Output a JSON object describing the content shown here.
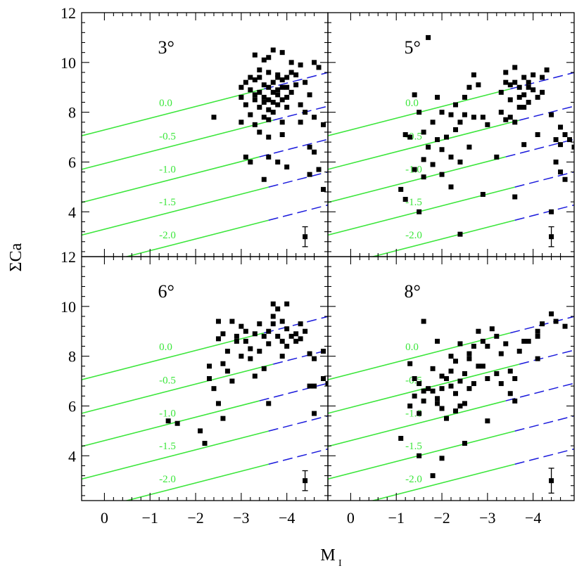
{
  "chart_data": {
    "type": "scatter",
    "xlabel": "M",
    "xlabel_sub": "I",
    "ylabel": "ΣCa",
    "xlim": [
      0.5,
      -4.9
    ],
    "ylim": [
      2.2,
      12.0
    ],
    "x_ticks": [
      0,
      -1,
      -2,
      -3,
      -4
    ],
    "x_tick_labels": [
      "0",
      "−1",
      "−2",
      "−3",
      "−4"
    ],
    "y_ticks": [
      4,
      6,
      8,
      10,
      12
    ],
    "y_tick_labels_top": [
      "4",
      "6",
      "8",
      "10",
      "12"
    ],
    "y_tick_labels_bottom": [
      "4",
      "6",
      "8",
      "10",
      "12"
    ],
    "colors": {
      "solid_line": "#3ce63c",
      "dashed_line": "#1a1adc",
      "label": "#3ce63c",
      "points": "#000000"
    },
    "metallicity_lines": {
      "slope": -0.47,
      "levels": [
        {
          "label": "0.0",
          "intercept": 7.29,
          "dash_from": -3.5
        },
        {
          "label": "-0.5",
          "intercept": 5.94,
          "dash_from": -3.7
        },
        {
          "label": "-1.0",
          "intercept": 4.61,
          "dash_from": -3.4
        },
        {
          "label": "-1.5",
          "intercept": 3.3,
          "dash_from": -3.6
        },
        {
          "label": "-2.0",
          "intercept": 1.97,
          "dash_from": -3.6
        }
      ]
    },
    "panels": [
      {
        "title": "3°",
        "error_bar": {
          "x": -4.4,
          "y": 3.0,
          "err": 0.4
        },
        "points": [
          [
            -3.7,
            10.5
          ],
          [
            -3.3,
            10.3
          ],
          [
            -3.5,
            10.1
          ],
          [
            -3.9,
            10.4
          ],
          [
            -3.6,
            10.2
          ],
          [
            -4.1,
            10.0
          ],
          [
            -4.3,
            9.9
          ],
          [
            -4.6,
            10.0
          ],
          [
            -4.7,
            9.8
          ],
          [
            -3.2,
            9.4
          ],
          [
            -3.4,
            9.7
          ],
          [
            -3.6,
            9.6
          ],
          [
            -3.8,
            9.5
          ],
          [
            -4.0,
            9.4
          ],
          [
            -3.1,
            9.2
          ],
          [
            -3.3,
            9.3
          ],
          [
            -3.5,
            9.1
          ],
          [
            -3.7,
            9.2
          ],
          [
            -3.9,
            9.3
          ],
          [
            -4.0,
            9.0
          ],
          [
            -4.2,
            9.1
          ],
          [
            -3.2,
            8.9
          ],
          [
            -3.4,
            8.8
          ],
          [
            -3.6,
            9.0
          ],
          [
            -3.8,
            8.7
          ],
          [
            -4.1,
            8.8
          ],
          [
            -3.0,
            8.6
          ],
          [
            -3.3,
            8.5
          ],
          [
            -3.5,
            8.6
          ],
          [
            -3.7,
            8.4
          ],
          [
            -3.9,
            8.5
          ],
          [
            -3.1,
            8.3
          ],
          [
            -3.4,
            8.2
          ],
          [
            -3.6,
            8.1
          ],
          [
            -3.8,
            8.3
          ],
          [
            -4.0,
            8.2
          ],
          [
            -3.2,
            7.9
          ],
          [
            -3.5,
            7.8
          ],
          [
            -3.7,
            8.0
          ],
          [
            -3.0,
            7.6
          ],
          [
            -3.3,
            7.5
          ],
          [
            -3.6,
            7.7
          ],
          [
            -3.9,
            7.6
          ],
          [
            -3.4,
            7.2
          ],
          [
            -3.6,
            7.0
          ],
          [
            -3.9,
            7.1
          ],
          [
            -3.1,
            6.2
          ],
          [
            -3.2,
            6.0
          ],
          [
            -3.8,
            6.0
          ],
          [
            -3.6,
            6.2
          ],
          [
            -3.5,
            5.3
          ],
          [
            -4.0,
            5.8
          ],
          [
            -4.5,
            5.5
          ],
          [
            -4.7,
            5.7
          ],
          [
            -4.8,
            4.9
          ],
          [
            -4.5,
            6.6
          ],
          [
            -4.6,
            6.4
          ],
          [
            -4.3,
            7.6
          ],
          [
            -4.6,
            7.8
          ],
          [
            -4.8,
            7.5
          ],
          [
            -2.4,
            7.8
          ],
          [
            -4.2,
            9.5
          ],
          [
            -4.4,
            9.2
          ],
          [
            -4.5,
            8.7
          ],
          [
            -4.3,
            8.3
          ],
          [
            -4.4,
            8.0
          ],
          [
            -3.0,
            9.0
          ],
          [
            -3.5,
            8.4
          ],
          [
            -3.8,
            8.9
          ],
          [
            -4.0,
            8.6
          ],
          [
            -4.1,
            9.6
          ],
          [
            -3.3,
            8.7
          ],
          [
            -3.7,
            8.8
          ],
          [
            -3.9,
            9.0
          ],
          [
            -3.4,
            9.4
          ],
          [
            -3.6,
            8.5
          ],
          [
            -3.8,
            9.4
          ]
        ]
      },
      {
        "title": "5°",
        "error_bar": {
          "x": -4.4,
          "y": 3.0,
          "err": 0.4
        },
        "points": [
          [
            -1.7,
            11.0
          ],
          [
            -1.4,
            8.7
          ],
          [
            -1.9,
            8.6
          ],
          [
            -1.5,
            8.0
          ],
          [
            -2.2,
            7.9
          ],
          [
            -2.5,
            8.6
          ],
          [
            -2.8,
            9.1
          ],
          [
            -2.7,
            9.5
          ],
          [
            -2.6,
            9.0
          ],
          [
            -2.3,
            8.3
          ],
          [
            -2.0,
            8.0
          ],
          [
            -1.8,
            7.6
          ],
          [
            -1.6,
            7.2
          ],
          [
            -1.3,
            7.0
          ],
          [
            -1.2,
            7.1
          ],
          [
            -1.7,
            6.6
          ],
          [
            -1.9,
            6.9
          ],
          [
            -2.1,
            7.0
          ],
          [
            -2.3,
            7.3
          ],
          [
            -2.4,
            7.6
          ],
          [
            -2.5,
            7.9
          ],
          [
            -1.6,
            6.1
          ],
          [
            -1.8,
            5.9
          ],
          [
            -2.0,
            6.5
          ],
          [
            -2.2,
            6.2
          ],
          [
            -2.4,
            6.0
          ],
          [
            -2.6,
            6.6
          ],
          [
            -1.4,
            5.7
          ],
          [
            -1.6,
            5.4
          ],
          [
            -2.0,
            5.5
          ],
          [
            -2.2,
            5.0
          ],
          [
            -1.1,
            4.9
          ],
          [
            -1.2,
            4.5
          ],
          [
            -2.9,
            4.7
          ],
          [
            -3.6,
            4.6
          ],
          [
            -3.4,
            7.7
          ],
          [
            -3.5,
            7.8
          ],
          [
            -3.3,
            8.0
          ],
          [
            -3.7,
            8.2
          ],
          [
            -3.9,
            8.4
          ],
          [
            -4.1,
            8.6
          ],
          [
            -3.5,
            9.1
          ],
          [
            -3.7,
            9.0
          ],
          [
            -3.9,
            9.2
          ],
          [
            -4.2,
            9.4
          ],
          [
            -3.4,
            9.6
          ],
          [
            -3.6,
            9.8
          ],
          [
            -3.8,
            9.4
          ],
          [
            -4.0,
            9.5
          ],
          [
            -4.3,
            9.7
          ],
          [
            -3.3,
            8.8
          ],
          [
            -3.5,
            8.5
          ],
          [
            -3.8,
            8.7
          ],
          [
            -4.4,
            7.9
          ],
          [
            -4.6,
            7.4
          ],
          [
            -4.7,
            7.1
          ],
          [
            -4.5,
            6.9
          ],
          [
            -4.6,
            6.7
          ],
          [
            -4.8,
            6.9
          ],
          [
            -4.9,
            6.6
          ],
          [
            -4.5,
            6.0
          ],
          [
            -4.6,
            5.6
          ],
          [
            -4.7,
            5.3
          ],
          [
            -3.8,
            6.7
          ],
          [
            -4.1,
            7.1
          ],
          [
            -4.4,
            4.0
          ],
          [
            -2.4,
            3.1
          ],
          [
            -1.5,
            4.0
          ],
          [
            -2.9,
            7.8
          ],
          [
            -3.0,
            7.5
          ],
          [
            -2.7,
            7.8
          ],
          [
            -3.2,
            6.2
          ],
          [
            -3.6,
            9.2
          ],
          [
            -4.0,
            8.9
          ],
          [
            -3.7,
            8.6
          ],
          [
            -4.2,
            8.8
          ],
          [
            -3.4,
            9.2
          ],
          [
            -3.9,
            9.0
          ],
          [
            -3.6,
            7.6
          ],
          [
            -3.8,
            8.2
          ]
        ]
      },
      {
        "title": "6°",
        "error_bar": {
          "x": -4.4,
          "y": 3.0,
          "err": 0.4
        },
        "points": [
          [
            -1.4,
            5.4
          ],
          [
            -1.6,
            5.3
          ],
          [
            -2.1,
            5.0
          ],
          [
            -2.2,
            4.5
          ],
          [
            -2.3,
            7.6
          ],
          [
            -2.3,
            7.1
          ],
          [
            -2.4,
            6.7
          ],
          [
            -2.5,
            6.1
          ],
          [
            -2.6,
            5.5
          ],
          [
            -2.5,
            9.4
          ],
          [
            -2.6,
            8.9
          ],
          [
            -2.5,
            8.7
          ],
          [
            -2.7,
            8.2
          ],
          [
            -2.6,
            7.7
          ],
          [
            -2.7,
            7.4
          ],
          [
            -2.8,
            7.0
          ],
          [
            -2.9,
            8.8
          ],
          [
            -3.0,
            9.2
          ],
          [
            -3.1,
            8.6
          ],
          [
            -3.0,
            8.0
          ],
          [
            -3.2,
            8.3
          ],
          [
            -3.3,
            8.9
          ],
          [
            -3.4,
            9.3
          ],
          [
            -3.5,
            8.8
          ],
          [
            -3.6,
            9.0
          ],
          [
            -3.7,
            10.1
          ],
          [
            -3.8,
            9.9
          ],
          [
            -3.7,
            9.6
          ],
          [
            -3.9,
            9.4
          ],
          [
            -4.0,
            9.1
          ],
          [
            -4.1,
            8.8
          ],
          [
            -3.9,
            8.6
          ],
          [
            -4.2,
            8.9
          ],
          [
            -4.3,
            9.3
          ],
          [
            -4.4,
            9.0
          ],
          [
            -4.5,
            8.1
          ],
          [
            -4.6,
            7.9
          ],
          [
            -4.8,
            8.2
          ],
          [
            -4.8,
            7.1
          ],
          [
            -4.9,
            6.9
          ],
          [
            -4.6,
            6.8
          ],
          [
            -4.5,
            6.8
          ],
          [
            -4.6,
            5.7
          ],
          [
            -3.6,
            6.1
          ],
          [
            -3.5,
            7.5
          ],
          [
            -3.3,
            7.2
          ],
          [
            -3.2,
            7.9
          ],
          [
            -3.4,
            8.2
          ],
          [
            -3.6,
            8.5
          ],
          [
            -3.8,
            8.8
          ],
          [
            -4.0,
            8.4
          ],
          [
            -4.2,
            8.6
          ],
          [
            -2.8,
            9.4
          ],
          [
            -2.9,
            8.6
          ],
          [
            -3.1,
            9.0
          ],
          [
            -4.0,
            10.1
          ],
          [
            -3.7,
            9.3
          ],
          [
            -3.9,
            8.0
          ],
          [
            -4.3,
            8.7
          ]
        ]
      },
      {
        "title": "8°",
        "error_bar": {
          "x": -4.4,
          "y": 3.0,
          "err": 0.5
        },
        "points": [
          [
            -1.1,
            4.7
          ],
          [
            -1.5,
            4.0
          ],
          [
            -1.8,
            3.2
          ],
          [
            -2.0,
            3.9
          ],
          [
            -2.5,
            4.5
          ],
          [
            -1.6,
            9.4
          ],
          [
            -1.9,
            8.6
          ],
          [
            -1.3,
            7.7
          ],
          [
            -1.4,
            7.1
          ],
          [
            -1.5,
            6.9
          ],
          [
            -1.7,
            6.7
          ],
          [
            -1.6,
            6.2
          ],
          [
            -1.4,
            6.4
          ],
          [
            -1.3,
            6.0
          ],
          [
            -1.5,
            5.7
          ],
          [
            -1.8,
            6.6
          ],
          [
            -1.9,
            6.1
          ],
          [
            -2.0,
            6.7
          ],
          [
            -2.1,
            7.1
          ],
          [
            -2.2,
            6.8
          ],
          [
            -2.3,
            6.5
          ],
          [
            -2.4,
            6.0
          ],
          [
            -2.5,
            7.3
          ],
          [
            -2.6,
            7.9
          ],
          [
            -2.7,
            8.4
          ],
          [
            -2.4,
            8.5
          ],
          [
            -2.3,
            7.8
          ],
          [
            -2.2,
            7.4
          ],
          [
            -2.0,
            7.2
          ],
          [
            -1.8,
            7.5
          ],
          [
            -2.9,
            8.6
          ],
          [
            -3.0,
            8.4
          ],
          [
            -3.1,
            9.1
          ],
          [
            -3.2,
            8.8
          ],
          [
            -2.8,
            9.0
          ],
          [
            -2.9,
            7.6
          ],
          [
            -3.0,
            7.1
          ],
          [
            -3.2,
            7.3
          ],
          [
            -3.3,
            6.9
          ],
          [
            -3.5,
            7.4
          ],
          [
            -3.6,
            7.1
          ],
          [
            -3.5,
            6.5
          ],
          [
            -3.6,
            6.2
          ],
          [
            -3.4,
            8.5
          ],
          [
            -3.7,
            8.2
          ],
          [
            -3.8,
            8.6
          ],
          [
            -4.1,
            9.0
          ],
          [
            -4.2,
            9.3
          ],
          [
            -4.4,
            9.7
          ],
          [
            -4.5,
            9.4
          ],
          [
            -4.7,
            9.2
          ],
          [
            -4.1,
            8.8
          ],
          [
            -4.1,
            7.9
          ],
          [
            -3.0,
            5.4
          ],
          [
            -2.6,
            6.7
          ],
          [
            -2.5,
            6.1
          ],
          [
            -2.3,
            5.8
          ],
          [
            -2.1,
            5.5
          ],
          [
            -2.0,
            5.9
          ],
          [
            -1.9,
            6.3
          ],
          [
            -2.7,
            6.9
          ],
          [
            -2.8,
            7.6
          ],
          [
            -3.3,
            8.1
          ],
          [
            -3.9,
            8.6
          ],
          [
            -2.2,
            8.0
          ],
          [
            -1.6,
            6.6
          ],
          [
            -2.4,
            7.0
          ],
          [
            -2.6,
            8.1
          ]
        ]
      }
    ]
  }
}
